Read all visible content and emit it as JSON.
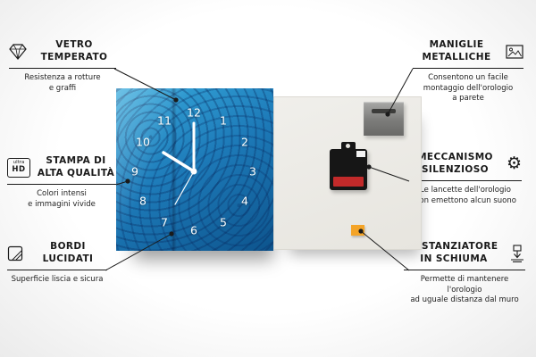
{
  "callouts": [
    {
      "id": "vetro-temperato",
      "title": "VETRO\nTEMPERATO",
      "desc": "Resistenza a rotture\ne graffi",
      "icon": "diamond-icon"
    },
    {
      "id": "stampa-alta-qualita",
      "title": "STAMPA DI\nALTA QUALITÀ",
      "desc": "Colori intensi\ne immagini vivide",
      "icon": "ultra-hd-icon"
    },
    {
      "id": "bordi-lucidati",
      "title": "BORDI\nLUCIDATI",
      "desc": "Superficie liscia e sicura",
      "icon": "polished-edge-icon"
    },
    {
      "id": "maniglie-metalliche",
      "title": "MANIGLIE\nMETALLICHE",
      "desc": "Consentono un facile\nmontaggio dell'orologio\na parete",
      "icon": "picture-frame-icon"
    },
    {
      "id": "meccanismo-silenzioso",
      "title": "MECCANISMO\nSILENZIOSO",
      "desc": "Le lancette dell'orologio\nnon emettono alcun suono",
      "icon": "gear-icon"
    },
    {
      "id": "distanziatore-schiuma",
      "title": "DISTANZIATORE\nIN SCHIUMA",
      "desc": "Permette di mantenere l'orologio\nad uguale distanza dal muro",
      "icon": "foam-spacer-icon"
    }
  ],
  "badges": {
    "ultra": "ultra",
    "hd": "HD"
  },
  "icons": {
    "gear": "⚙"
  },
  "clock": {
    "numbers": [
      "12",
      "1",
      "2",
      "3",
      "4",
      "5",
      "6",
      "7",
      "8",
      "9",
      "10",
      "11"
    ]
  },
  "colors": {
    "glass_blue": "#1d7ab8",
    "foam_orange": "#f4a427",
    "line": "#1a1a1a",
    "hands_white": "#ffffff"
  }
}
